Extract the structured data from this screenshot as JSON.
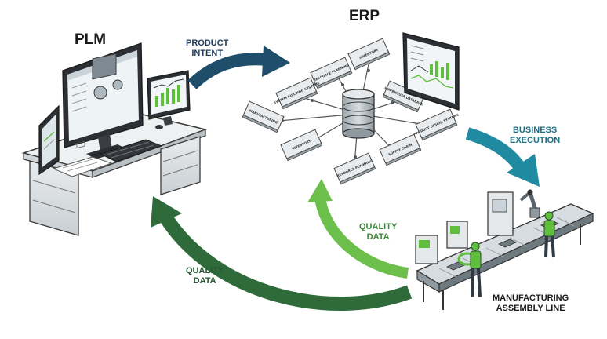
{
  "titles": {
    "plm": "PLM",
    "erp": "ERP"
  },
  "labels": {
    "product_intent": [
      "PRODUCT",
      "INTENT"
    ],
    "business_execution": [
      "BUSINESS",
      "EXECUTION"
    ],
    "quality_data_light": [
      "QUALITY",
      "DATA"
    ],
    "quality_data_dark": [
      "QUALITY",
      "DATA"
    ],
    "manufacturing": [
      "MANUFACTURING",
      "ASSEMBLY LINE"
    ]
  },
  "erp_modules": [
    "INVENTORY",
    "RESOURCE PLANNING",
    "SYSTEM BUILDING SYSTEMS",
    "WAREHOUSE DATABASE",
    "MANUFACTURING",
    "PRODUCT DESIGN SYSTEMS",
    "INVENTORY",
    "SUPPLY CHAIN",
    "RESOURCE PLANNING"
  ],
  "colors": {
    "navy_arrow": "#1f4e6b",
    "teal_arrow": "#1f8aa0",
    "light_green_arrow": "#6cbf4a",
    "dark_green_arrow": "#2f6b3a",
    "label_navy": "#1f3b5b",
    "label_teal": "#1f6f86",
    "label_green": "#3e8a3a",
    "label_dark_green": "#2a5a32",
    "accent_green": "#5fbf3c"
  },
  "icons": [
    "database-icon",
    "monitor-icon",
    "keyboard-icon",
    "worker-icon",
    "robot-arm-icon",
    "conveyor-icon"
  ]
}
